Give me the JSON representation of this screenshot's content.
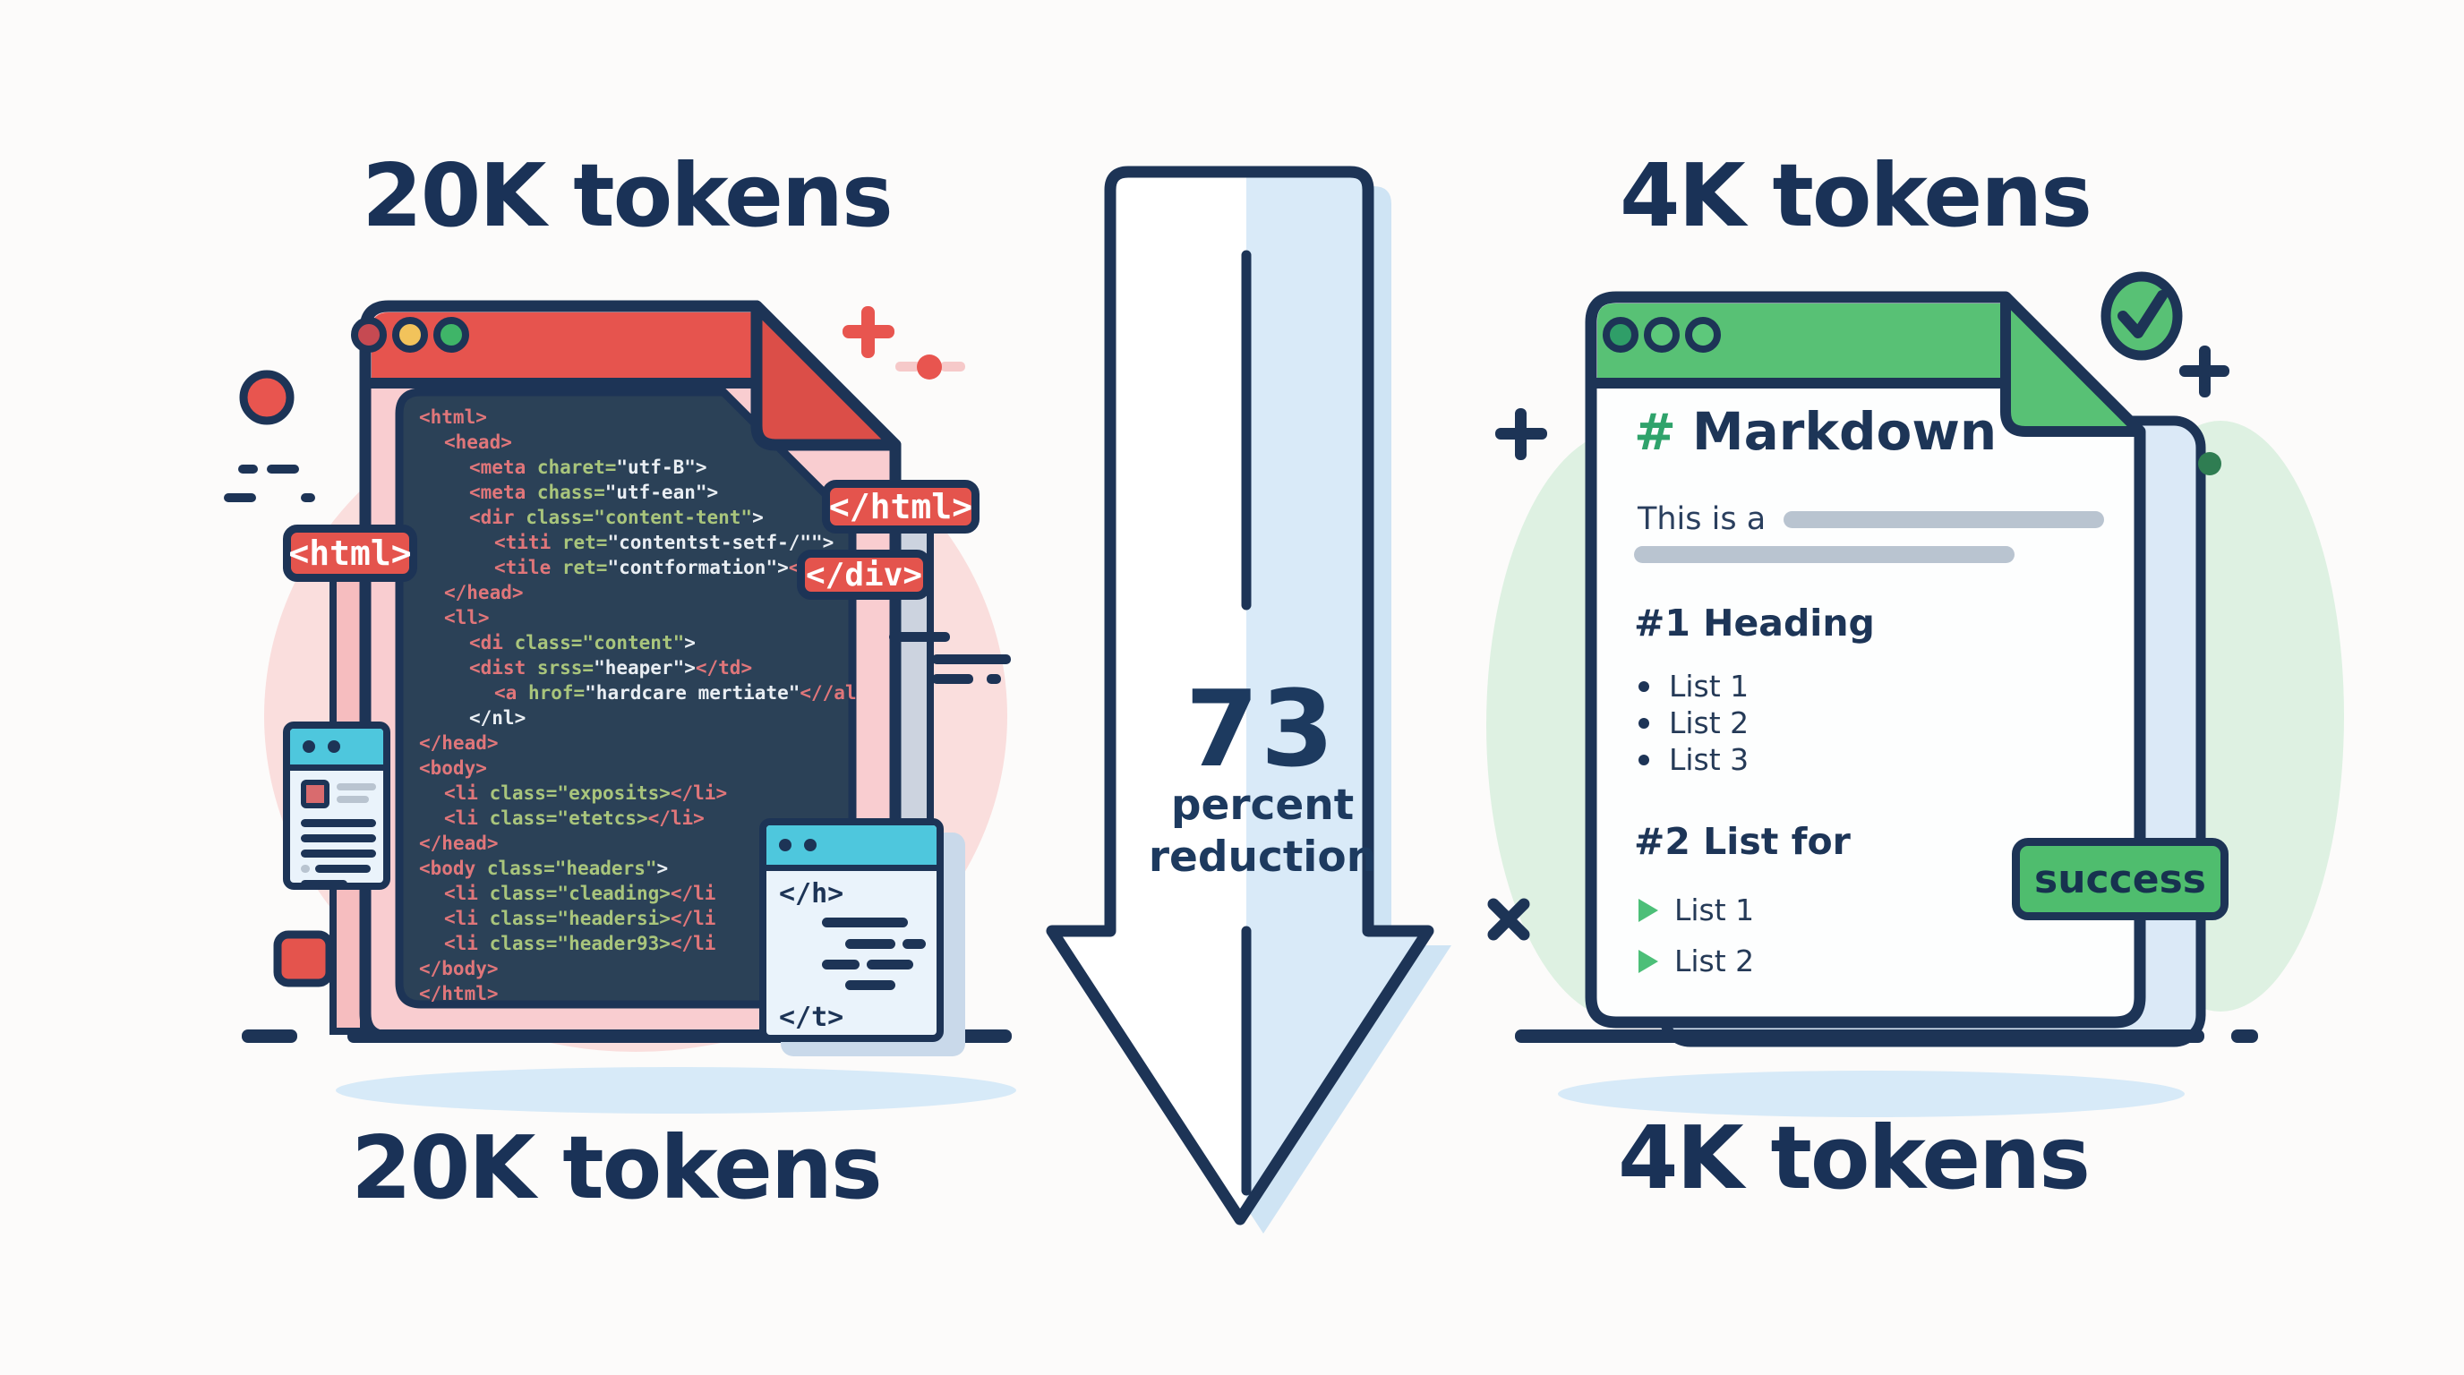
{
  "left": {
    "title_top": "20K tokens",
    "title_bottom": "20K tokens",
    "badges": {
      "html_open": "<html>",
      "html_close": "</html>",
      "div_close": "</div>"
    },
    "code_lines": [
      {
        "ind": 0,
        "segs": [
          [
            "r",
            "<html>"
          ]
        ]
      },
      {
        "ind": 1,
        "segs": [
          [
            "r",
            "<head>"
          ]
        ]
      },
      {
        "ind": 2,
        "segs": [
          [
            "r",
            "<meta "
          ],
          [
            "g",
            "charet="
          ],
          [
            "w",
            "\"utf-B\">"
          ]
        ]
      },
      {
        "ind": 2,
        "segs": [
          [
            "r",
            "<meta "
          ],
          [
            "g",
            "chass="
          ],
          [
            "w",
            "\"utf-ean\">"
          ]
        ]
      },
      {
        "ind": 2,
        "segs": [
          [
            "r",
            "<dir "
          ],
          [
            "g",
            "class=\"content-tent\""
          ],
          [
            "w",
            ">"
          ]
        ]
      },
      {
        "ind": 3,
        "segs": [
          [
            "r",
            "<titi "
          ],
          [
            "g",
            "ret="
          ],
          [
            "w",
            "\"contentst-setf-/\"\">"
          ]
        ]
      },
      {
        "ind": 3,
        "segs": [
          [
            "r",
            "<tile "
          ],
          [
            "g",
            "ret="
          ],
          [
            "w",
            "\"contformation\">"
          ],
          [
            "r",
            "</tile>"
          ]
        ]
      },
      {
        "ind": 1,
        "segs": [
          [
            "r",
            "</head>"
          ]
        ]
      },
      {
        "ind": 1,
        "segs": [
          [
            "r",
            "<ll>"
          ]
        ]
      },
      {
        "ind": 2,
        "segs": [
          [
            "r",
            "<di "
          ],
          [
            "g",
            "class=\"content\""
          ],
          [
            "w",
            ">"
          ]
        ]
      },
      {
        "ind": 2,
        "segs": [
          [
            "r",
            "<dist "
          ],
          [
            "g",
            "srss="
          ],
          [
            "w",
            "\"heaper\">"
          ],
          [
            "r",
            "</td>"
          ]
        ]
      },
      {
        "ind": 3,
        "segs": [
          [
            "r",
            "<a "
          ],
          [
            "g",
            "hrof="
          ],
          [
            "w",
            "\"hardcare mertiate\""
          ],
          [
            "r",
            "<//al>"
          ]
        ]
      },
      {
        "ind": 2,
        "segs": [
          [
            "w",
            "</nl>"
          ]
        ]
      },
      {
        "ind": 0,
        "segs": [
          [
            "r",
            "</head>"
          ]
        ]
      },
      {
        "ind": 0,
        "segs": [
          [
            "r",
            "<body>"
          ]
        ]
      },
      {
        "ind": 1,
        "segs": [
          [
            "r",
            "<li "
          ],
          [
            "g",
            "class=\"exposits>"
          ],
          [
            "r",
            "</li>"
          ]
        ]
      },
      {
        "ind": 1,
        "segs": [
          [
            "r",
            "<li "
          ],
          [
            "g",
            "class=\"etetcs>"
          ],
          [
            "r",
            "</li>"
          ]
        ]
      },
      {
        "ind": 0,
        "segs": [
          [
            "r",
            "</head>"
          ]
        ]
      },
      {
        "ind": 0,
        "segs": [
          [
            "r",
            "<body "
          ],
          [
            "g",
            "class=\"headers\""
          ],
          [
            "w",
            ">"
          ]
        ]
      },
      {
        "ind": 1,
        "segs": [
          [
            "r",
            "<li "
          ],
          [
            "g",
            "class=\"cleading>"
          ],
          [
            "r",
            "</li"
          ]
        ]
      },
      {
        "ind": 1,
        "segs": [
          [
            "r",
            "<li "
          ],
          [
            "g",
            "class=\"headersi>"
          ],
          [
            "r",
            "</li"
          ]
        ]
      },
      {
        "ind": 1,
        "segs": [
          [
            "r",
            "<li "
          ],
          [
            "g",
            "class=\"header93>"
          ],
          [
            "r",
            "</li"
          ]
        ]
      },
      {
        "ind": 0,
        "segs": [
          [
            "r",
            "</body>"
          ]
        ]
      },
      {
        "ind": 0,
        "segs": [
          [
            "r",
            "</html>"
          ]
        ]
      }
    ],
    "mini_window2": {
      "top_tag": "</h>",
      "bottom_tag": "</t>"
    }
  },
  "arrow": {
    "value": "73",
    "label_line1": "percent",
    "label_line2": "reduction"
  },
  "right": {
    "title_top": "4K tokens",
    "title_bottom": "4K tokens",
    "doc": {
      "heading_hash": "#",
      "heading_text": "Markdown",
      "paragraph_lead": "This is a",
      "section1_title": "#1 Heading",
      "section1_items": [
        "List 1",
        "List 2",
        "List 3"
      ],
      "section2_title": "#2 List for",
      "section2_items": [
        "List 1",
        "List 2"
      ],
      "badge": "success"
    }
  },
  "colors": {
    "navy": "#1d3456",
    "red": "#e6544e",
    "pink_window": "#f9cdd0",
    "code_panel": "#2b4157",
    "code_red": "#e0767a",
    "code_green": "#a9c57c",
    "green": "#58c175",
    "success_green": "#4fbd6e",
    "cyan": "#4ec7dd",
    "arrow_blue": "#d9eaf8"
  }
}
